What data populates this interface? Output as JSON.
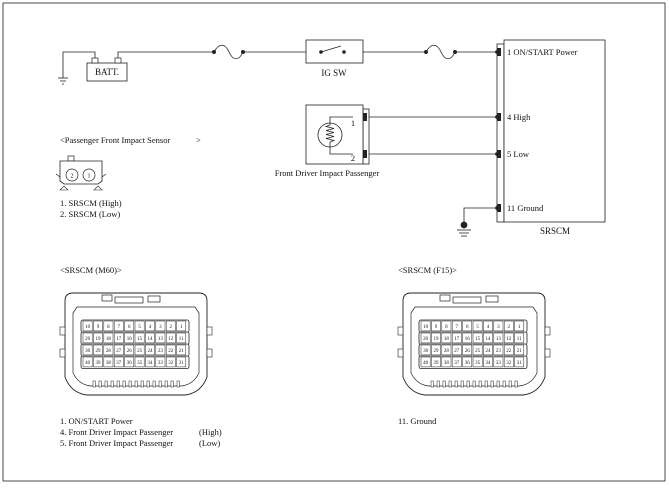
{
  "battery": {
    "label": "BATT."
  },
  "ignition_switch": {
    "label": "IG SW"
  },
  "srscm": {
    "label": "SRSCM",
    "pins": [
      {
        "number": "1",
        "name": "ON/START Power"
      },
      {
        "number": "4",
        "name": "High"
      },
      {
        "number": "5",
        "name": "Low"
      },
      {
        "number": "11",
        "name": "Ground"
      }
    ]
  },
  "impact_sensor": {
    "label": "Front Driver Impact Passenger",
    "pin1": "1",
    "pin2": "2"
  },
  "sensor_connector": {
    "title": "<Passenger Front Impact Sensor",
    "title_end": ">",
    "pin_left": "2",
    "pin_right": "1",
    "legend": [
      "1. SRSCM  (High)",
      "2. SRSCM  (Low)"
    ]
  },
  "connector_m60": {
    "title": "<SRSCM  (M60)>",
    "rows": [
      [
        "10",
        "9",
        "8",
        "7",
        "6",
        "5",
        "4",
        "3",
        "2",
        "1"
      ],
      [
        "20",
        "19",
        "18",
        "17",
        "16",
        "15",
        "14",
        "13",
        "12",
        "11"
      ],
      [
        "30",
        "29",
        "28",
        "27",
        "26",
        "25",
        "24",
        "23",
        "22",
        "21"
      ],
      [
        "40",
        "39",
        "38",
        "37",
        "36",
        "35",
        "34",
        "33",
        "32",
        "31"
      ]
    ],
    "legend": [
      {
        "text": "1. ON/START  Power",
        "suffix": ""
      },
      {
        "text": "4.  Front Driver Impact Passenger",
        "suffix": "(High)"
      },
      {
        "text": "5.  Front Driver Impact Passenger",
        "suffix": "(Low)"
      }
    ]
  },
  "connector_f15": {
    "title": "<SRSCM  (F15)>",
    "rows": [
      [
        "10",
        "9",
        "8",
        "7",
        "6",
        "5",
        "4",
        "3",
        "2",
        "1"
      ],
      [
        "20",
        "19",
        "18",
        "17",
        "16",
        "15",
        "14",
        "13",
        "12",
        "11"
      ],
      [
        "30",
        "29",
        "28",
        "27",
        "26",
        "25",
        "24",
        "23",
        "22",
        "21"
      ],
      [
        "40",
        "39",
        "38",
        "37",
        "36",
        "35",
        "34",
        "33",
        "32",
        "31"
      ]
    ],
    "legend": [
      {
        "text": "11.  Ground",
        "suffix": ""
      }
    ]
  }
}
